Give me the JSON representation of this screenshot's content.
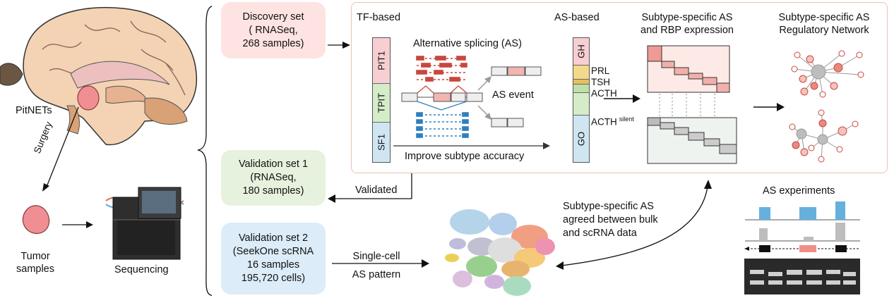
{
  "left": {
    "pitnets_label": "PitNETs",
    "surgery_label": "Surgery",
    "tumor_label_line1": "Tumor",
    "tumor_label_line2": "samples",
    "sequencing_label": "Sequencing"
  },
  "datasets": {
    "discovery": {
      "line1": "Discovery set",
      "line2": "( RNASeq,",
      "line3": "268 samples)"
    },
    "validation1": {
      "line1": "Validation set 1",
      "line2": "(RNASeq,",
      "line3": "180 samples)"
    },
    "validation2": {
      "line1": "Validation set 2",
      "line2": "(SeekOne scRNA",
      "line3": "16 samples",
      "line4": "195,720 cells)"
    }
  },
  "panel": {
    "tf_title": "TF-based",
    "tf_segments": [
      "PIT1",
      "TPIT",
      "SF1"
    ],
    "as_title": "Alternative splicing (AS)",
    "as_event": "AS event",
    "improve": "Improve subtype accuracy",
    "as_based_title": "AS-based",
    "as_segments": {
      "gh": "GH",
      "go": "GO"
    },
    "as_subtypes": {
      "prl": "PRL",
      "tsh": "TSH",
      "acth": "ACTH",
      "acth_silent": "ACTH",
      "silent_sup": "silent"
    },
    "subtype_title_line1": "Subtype-specific AS",
    "subtype_title_line2": "and RBP expression",
    "network_title_line1": "Subtype-specific AS",
    "network_title_line2": "Regulatory Network"
  },
  "flow": {
    "validated": "Validated",
    "single_cell_line1": "Single-cell",
    "single_cell_line2": "AS pattern",
    "agreed_line1": "Subtype-specific AS",
    "agreed_line2": "agreed between bulk",
    "agreed_line3": "and scRNA data",
    "as_experiments": "AS experiments"
  },
  "colors": {
    "pit1": "#f7cfd2",
    "tpit": "#d5ecc9",
    "sf1": "#cfe6f2",
    "gh": "#f7cfd2",
    "prl": "#f3d98a",
    "tsh": "#e8c060",
    "acth": "#bfe0a8",
    "acth_silent": "#d5ecc9",
    "go": "#cfe6f2",
    "discovery_box": "#fde3e1",
    "validation1_box": "#e6f2dd",
    "validation2_box": "#dcecf8",
    "panel_border": "#e8c3b5",
    "red_accent": "#e98a80",
    "blue_accent": "#2f7fbf"
  }
}
